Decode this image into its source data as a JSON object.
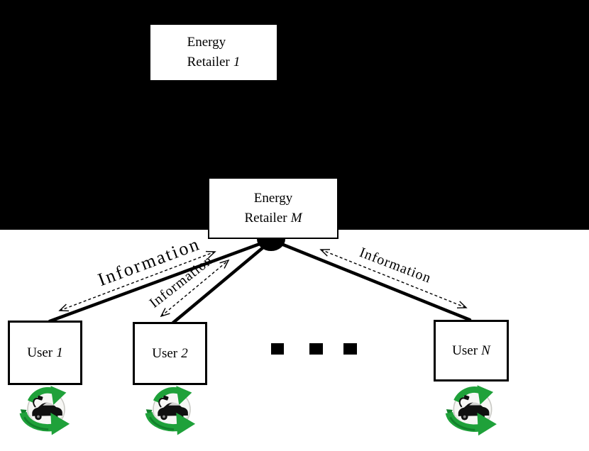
{
  "nodes": {
    "energy_retailer_1": {
      "line1": "Energy",
      "line2": "Retailer",
      "index": "1"
    },
    "energy_retailer_m": {
      "line1": "Energy",
      "line2": "Retailer",
      "index": "M"
    },
    "users": [
      {
        "name": "User",
        "index": "1"
      },
      {
        "name": "User",
        "index": "2"
      },
      {
        "name": "User",
        "index": "N"
      }
    ]
  },
  "links": [
    {
      "from": "Energy Retailer M",
      "to": "User 1",
      "label": "Information"
    },
    {
      "from": "Energy Retailer M",
      "to": "User 2",
      "label": "Information"
    },
    {
      "from": "Energy Retailer M",
      "to": "User N",
      "label": "Information"
    }
  ],
  "icons": {
    "user_device": "ev-recycle-icon",
    "more_users": "ellipsis-squares-icon",
    "hub": "hub-connector"
  },
  "colors": {
    "banner": "#000000",
    "line": "#000000",
    "box_bg": "#ffffff",
    "icon_green": "#1fa13a",
    "icon_green_dark": "#12802b"
  }
}
